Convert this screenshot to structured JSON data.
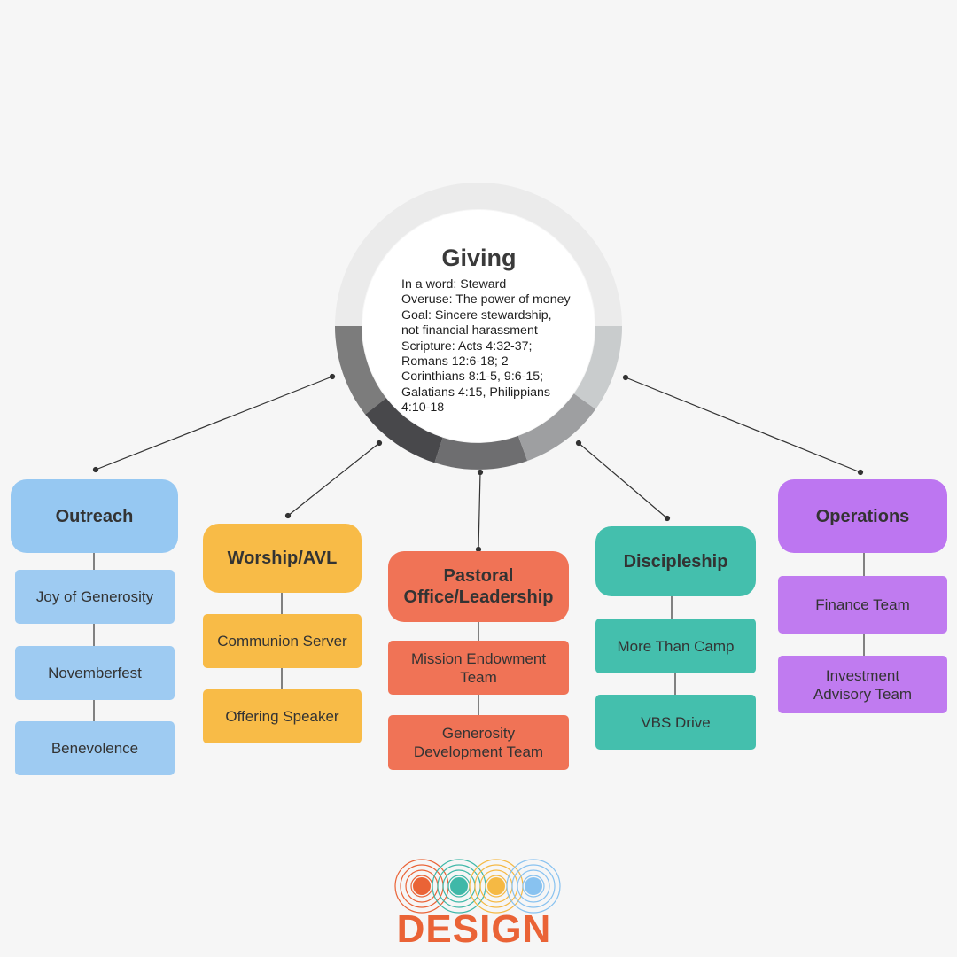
{
  "center": {
    "title": "Giving",
    "lines": [
      "In a word: Steward",
      "Overuse: The power of money",
      "Goal: Sincere stewardship,",
      "not financial harassment",
      "Scripture: Acts 4:32-37;",
      "Romans 12:6-18; 2",
      "Corinthians 8:1-5, 9:6-15;",
      "Galatians 4:15, Philippians",
      "4:10-18"
    ]
  },
  "branches": [
    {
      "title": "Outreach",
      "items": [
        "Joy of Generosity",
        "Novemberfest",
        "Benevolence"
      ]
    },
    {
      "title": "Worship/AVL",
      "items": [
        "Communion Server",
        "Offering Speaker"
      ]
    },
    {
      "title": "Pastoral Office/Leadership",
      "items": [
        "Mission Endowment Team",
        "Generosity Development Team"
      ]
    },
    {
      "title": "Discipleship",
      "items": [
        "More Than Camp",
        "VBS Drive"
      ]
    },
    {
      "title": "Operations",
      "items": [
        "Finance Team",
        "Investment Advisory Team"
      ]
    }
  ],
  "colors": {
    "outreach": "#96c8f2",
    "worship": "#f8bb47",
    "pastoral": "#f07356",
    "discipleship": "#44bfad",
    "operations": "#bd76f1",
    "logo": "#ea6336"
  },
  "logo": {
    "wordmark": "DESIGN"
  }
}
